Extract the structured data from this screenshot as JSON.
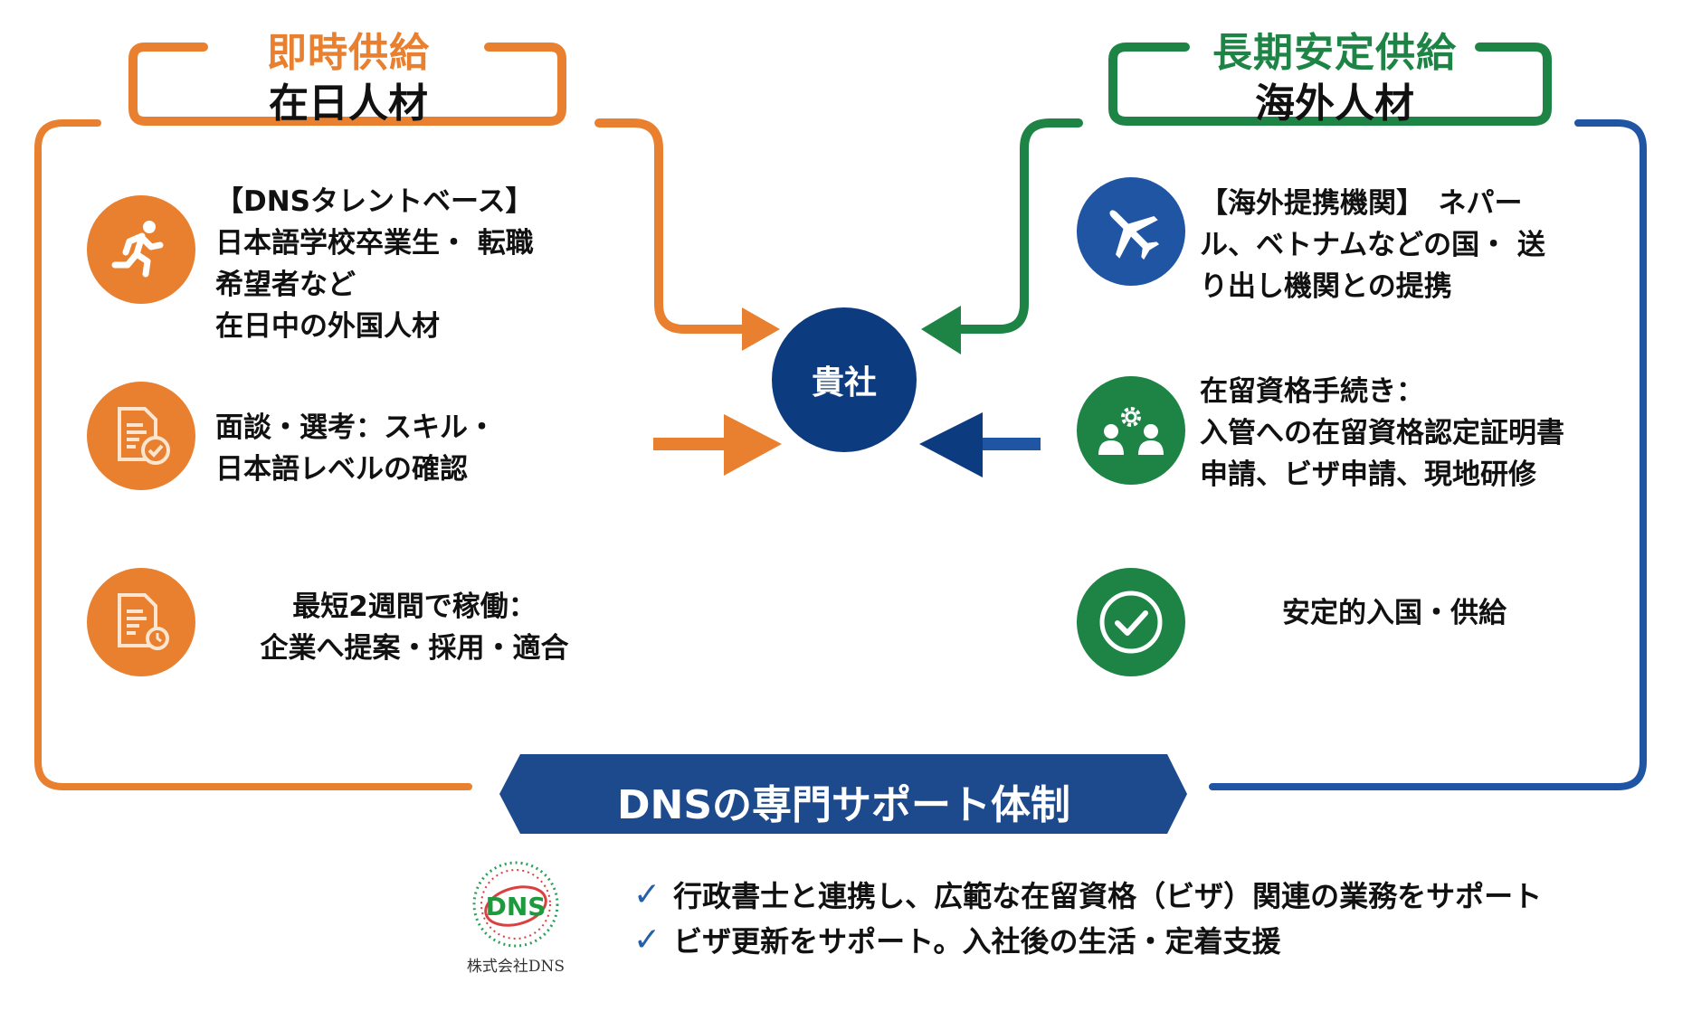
{
  "left_panel": {
    "accent_title": "即時供給",
    "main_title": "在日人材",
    "accent_color": "#e8802f",
    "items": [
      {
        "icon": "runner-icon",
        "lines": [
          "【DNSタレントベース】",
          "日本語学校卒業生・ 転職",
          "希望者など",
          "在日中の外国人材"
        ]
      },
      {
        "icon": "document-check-icon",
        "lines": [
          "面談・選考：スキル・",
          "日本語レベルの確認"
        ]
      },
      {
        "icon": "document-clock-icon",
        "lines": [
          "最短2週間で稼働：",
          "企業へ提案・採用・適合"
        ]
      }
    ]
  },
  "right_panel": {
    "accent_title": "長期安定供給",
    "main_title": "海外人材",
    "accent_color": "#1e8445",
    "border_color": "#1f55a3",
    "items": [
      {
        "icon": "airplane-icon",
        "lines": [
          "【海外提携機関】　ネパー",
          "ル、ベトナムなどの国・ 送",
          "り出し機関との提携"
        ]
      },
      {
        "icon": "team-gear-icon",
        "lines": [
          "在留資格手続き：",
          "入管への在留資格認定証明書",
          "申請、ビザ申請、現地研修"
        ]
      },
      {
        "icon": "check-circle-icon",
        "lines": [
          "安定的入国・供給"
        ]
      }
    ]
  },
  "center": {
    "label": "貴社",
    "color": "#0d3b80"
  },
  "banner": {
    "label": "DNSの専門サポート体制",
    "color": "#1d4a8c"
  },
  "support_points": [
    "行政書士と連携し、広範な在留資格（ビザ）関連の業務をサポート",
    "ビザ更新をサポート。入社後の生活・定着支援"
  ],
  "logo": {
    "mark": "DNS",
    "caption": "株式会社DNS"
  }
}
